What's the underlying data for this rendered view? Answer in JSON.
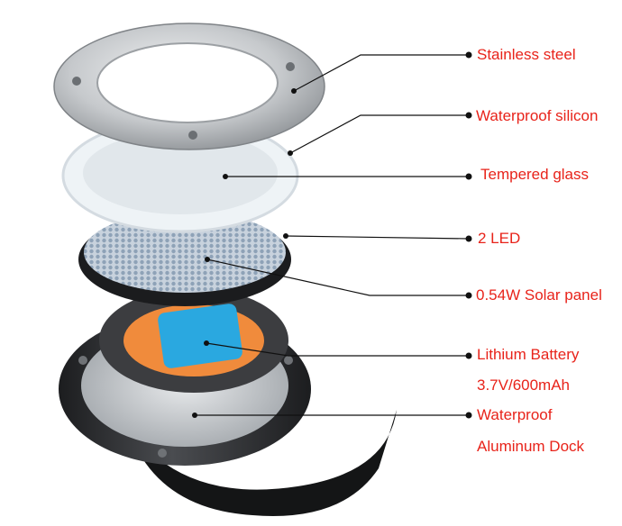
{
  "labels": {
    "stainless_steel": "Stainless steel",
    "waterproof_silicon": "Waterproof silicon",
    "tempered_glass": "Tempered glass",
    "led": "2 LED",
    "solar_panel": "0.54W Solar panel",
    "battery_line1": "Lithium Battery",
    "battery_line2": "3.7V/600mAh",
    "dock_line1": "Waterproof",
    "dock_line2": "Aluminum Dock"
  },
  "colors": {
    "label_text": "#e8231a",
    "leader_line": "#111111",
    "steel": "#b9bcbf",
    "silicone": "#eef3f6",
    "glass": "#dfe5ea",
    "solar_cells": "#9fb1c4",
    "battery": "#2aa8e0",
    "battery_backing": "#f08b3c",
    "gasket": "#3c3d40",
    "dock": "#2d2e31"
  }
}
